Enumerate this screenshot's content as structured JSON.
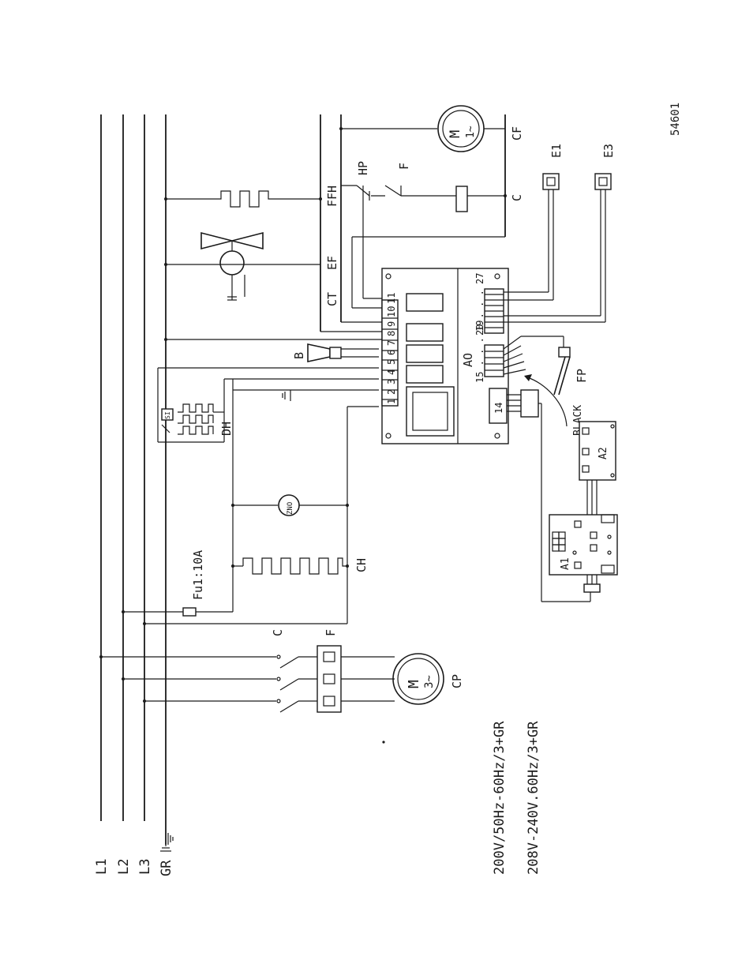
{
  "drawing_number": "54601",
  "supply": {
    "line1": "200V/50Hz-60Hz/3+GR",
    "line2": "208V-240V.60Hz/3+GR"
  },
  "bus_labels": {
    "l1": "L1",
    "l2": "L2",
    "l3": "L3",
    "gr": "GR"
  },
  "components": {
    "contactor_left": "C",
    "overload_left": "F",
    "compressor_motor": "M",
    "compressor_phase": "3~",
    "compressor": "CP",
    "fuse": "Fu1:10A",
    "crankcase_heater": "CH",
    "zno": "ZNO",
    "defrost_heater": "DH",
    "si": "SI",
    "buzzer": "B",
    "controller": "AO",
    "terminals_1_11": [
      "1",
      "2",
      "3",
      "4",
      "5",
      "6",
      "7",
      "8",
      "9",
      "10",
      "11"
    ],
    "range_15_19": "15 . . . 19",
    "range_20_27": "20 . . . 27",
    "terminal_14": "14",
    "ct": "CT",
    "ef": "EF",
    "ffh": "FFH",
    "hp": "HP",
    "f_switch": "F",
    "contactor_coil": "C",
    "fan_motor": "M",
    "fan_phase": "1~",
    "cf": "CF",
    "e1": "E1",
    "e3": "E3",
    "black": "BLACK",
    "fp": "FP",
    "a1": "A1",
    "a2": "A2"
  }
}
